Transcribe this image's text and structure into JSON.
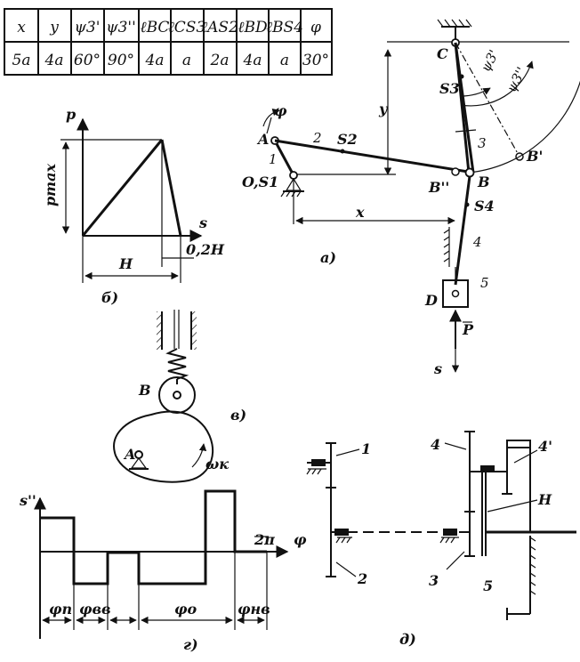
{
  "table": {
    "headers": [
      "x",
      "y",
      "ψ3'",
      "ψ3''",
      "ℓBC",
      "ℓCS3",
      "ℓAS2",
      "ℓBD",
      "ℓBS4",
      "φ"
    ],
    "values": [
      "5a",
      "4a",
      "60°",
      "90°",
      "4a",
      "a",
      "2a",
      "4a",
      "a",
      "30°"
    ]
  },
  "diagram_a": {
    "caption": "a)",
    "labels": {
      "phi": "φ",
      "A": "A",
      "one": "1",
      "O": "O,S1",
      "two": "2",
      "S2": "S2",
      "y": "y",
      "C": "C",
      "S3": "S3",
      "psi1": "ψ3'",
      "psi2": "ψ3''",
      "three": "3",
      "Bp": "B'",
      "Bpp": "B''",
      "B": "B",
      "S4": "S4",
      "x": "x",
      "four": "4",
      "D": "D",
      "five": "5",
      "P": "P",
      "s": "s"
    }
  },
  "diagram_b": {
    "caption": "б)",
    "labels": {
      "p": "p",
      "pmax": "pmax",
      "s": "s",
      "H": "H",
      "h02": "0,2H"
    }
  },
  "diagram_v": {
    "caption": "в)",
    "labels": {
      "B": "B",
      "A": "A",
      "omega": "ωк"
    }
  },
  "diagram_g": {
    "caption": "г)",
    "labels": {
      "s": "s''",
      "twopi": "2π",
      "phi": "φ",
      "phi_p": "φп",
      "phi_vv": "φвв",
      "phi_o": "φо",
      "phi_nv": "φнв"
    }
  },
  "diagram_d": {
    "caption": "д)",
    "labels": {
      "one": "1",
      "two": "2",
      "three": "3",
      "four": "4",
      "fourp": "4'",
      "H": "H",
      "five": "5"
    }
  }
}
